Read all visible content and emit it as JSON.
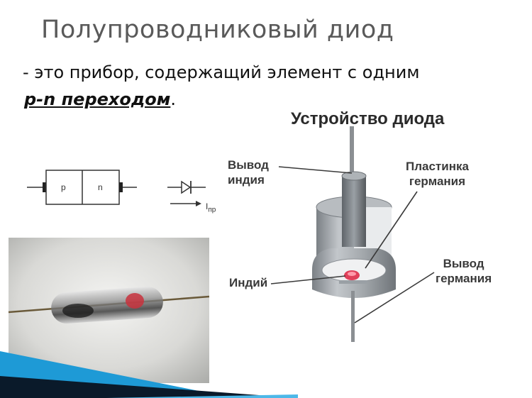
{
  "slide": {
    "title": "Полупроводниковый диод",
    "definition_line1": "- это прибор, содержащий элемент с одним",
    "definition_term": "p-n переходом",
    "definition_end": "."
  },
  "schematic": {
    "p_label": "p",
    "n_label": "n",
    "current_symbol": "I",
    "current_subscript": "пр"
  },
  "device": {
    "title": "Устройство диода",
    "callouts": {
      "indium_lead_line1": "Вывод",
      "indium_lead_line2": "индия",
      "germanium_plate_line1": "Пластинка",
      "germanium_plate_line2": "германия",
      "indium": "Индий",
      "germanium_lead_line1": "Вывод",
      "germanium_lead_line2": "германия"
    }
  },
  "colors": {
    "title_gray": "#5a5a5a",
    "device_gray": "#8a8f94",
    "indium_pink": "#e0405a",
    "accent_blue": "#1e9ad6",
    "dark_navy": "#0a1a2a"
  }
}
